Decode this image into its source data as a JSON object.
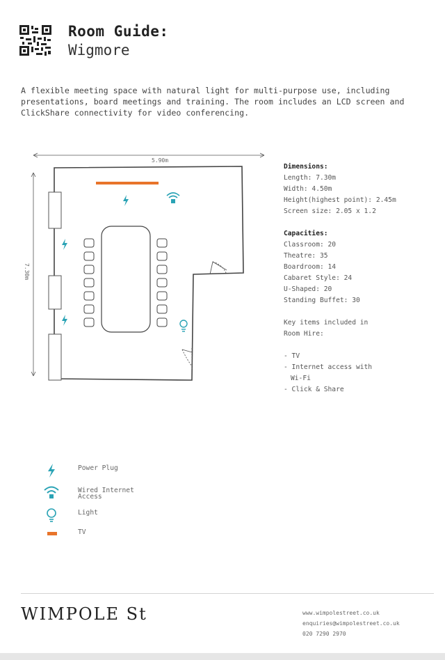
{
  "header": {
    "title": "Room Guide:",
    "room_name": "Wigmore",
    "qr_icon": "qr-code-icon"
  },
  "description": "A flexible meeting space with natural light for multi-purpose use, including presentations, board meetings and training.  The room includes an LCD screen and ClickShare connectivity for video conferencing.",
  "floorplan": {
    "width_label": "5.90m",
    "length_label": "7.30m"
  },
  "dimensions": {
    "heading": "Dimensions:",
    "lines": [
      "Length: 7.30m",
      "Width: 4.50m",
      "Height(highest point): 2.45m",
      "Screen size: 2.05 x 1.2"
    ]
  },
  "capacities": {
    "heading": "Capacities:",
    "lines": [
      "Classroom: 20",
      "Theatre: 35",
      "Boardroom: 14",
      "Cabaret Style: 24",
      "U-Shaped: 20",
      "Standing Buffet: 30"
    ]
  },
  "key_items": {
    "intro": [
      "Key items included in",
      "Room Hire:"
    ],
    "items": [
      "- TV",
      "- Internet access with",
      "Wi-Fi",
      "- Click & Share"
    ]
  },
  "legend": [
    {
      "icon": "power-plug-icon",
      "label": "Power Plug"
    },
    {
      "icon": "wired-internet-icon",
      "label": "Wired Internet Access"
    },
    {
      "icon": "light-icon",
      "label": "Light"
    },
    {
      "icon": "tv-icon",
      "label": "TV"
    }
  ],
  "footer": {
    "logo": "WIMPOLE St",
    "contact_lines": [
      "www.wimpolestreet.co.uk",
      "enquiries@wimpolestreet.co.uk",
      "020 7290 2970"
    ]
  },
  "colors": {
    "accent_teal": "#2aa3b5",
    "tv_orange": "#e8742a",
    "wall": "#444444"
  }
}
